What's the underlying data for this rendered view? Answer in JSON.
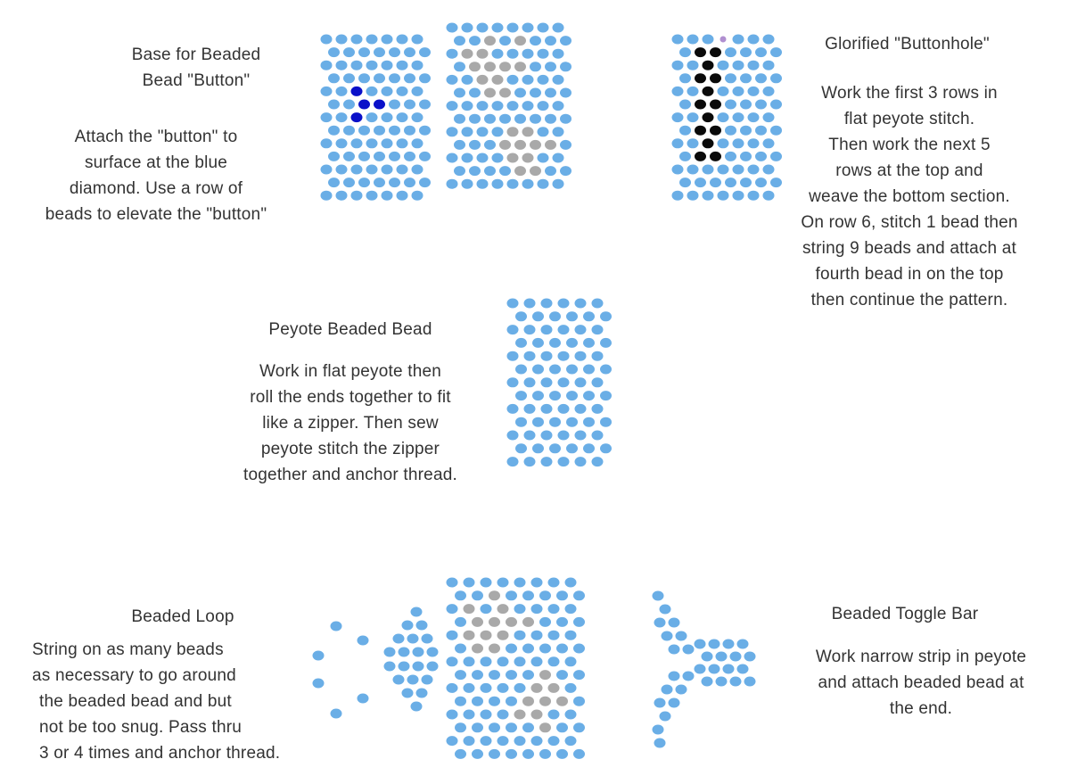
{
  "colors": {
    "bead": "#6aaee6",
    "gray": "#a9a9a9",
    "blue": "#0a10c9",
    "black": "#0a0a0a",
    "pink": "#b08fd0",
    "text": "#333333"
  },
  "sections": {
    "button_base": {
      "title": [
        "Base for Beaded",
        "Bead \"Button\""
      ],
      "body": [
        "Attach the \"button\" to",
        "surface at the blue",
        "diamond.  Use a row of",
        "beads to elevate the \"button\""
      ]
    },
    "buttonhole": {
      "title": "Glorified \"Buttonhole\"",
      "body": [
        "Work the first 3 rows in",
        "flat peyote stitch.",
        "Then work the next 5",
        "rows at the top and",
        "weave the bottom section.",
        "On row 6, stitch 1 bead then",
        "string 9 beads and attach at",
        "fourth bead in on the top",
        "then continue the pattern."
      ]
    },
    "peyote_bead": {
      "title": "Peyote Beaded Bead",
      "body": [
        "Work in flat peyote then",
        "roll the ends together to fit",
        "like a zipper. Then sew",
        "peyote stitch the zipper",
        "together and anchor thread."
      ]
    },
    "loop": {
      "title": "Beaded Loop",
      "body": [
        "String on as many beads",
        "as necessary to go around",
        "the beaded bead and but",
        "not be too snug.  Pass thru",
        "3 or 4 times and anchor thread."
      ]
    },
    "toggle": {
      "title": "Beaded Toggle Bar",
      "body": [
        "Work narrow strip in peyote",
        "and attach beaded bead at",
        "the end."
      ]
    }
  },
  "bead_patterns": {
    "button_base": {
      "beads_per_row": 7,
      "rows": 13,
      "blue_beads": [
        [
          4,
          2
        ],
        [
          5,
          2
        ],
        [
          5,
          3
        ],
        [
          6,
          2
        ]
      ]
    },
    "sample_with_gray": {
      "beads_per_row": 8,
      "rows": 13,
      "gray_beads": [
        [
          1,
          2
        ],
        [
          1,
          4
        ],
        [
          2,
          1
        ],
        [
          2,
          2
        ],
        [
          3,
          1
        ],
        [
          3,
          2
        ],
        [
          3,
          3
        ],
        [
          3,
          4
        ],
        [
          4,
          2
        ],
        [
          4,
          3
        ],
        [
          5,
          2
        ],
        [
          5,
          3
        ],
        [
          8,
          4
        ],
        [
          8,
          5
        ],
        [
          9,
          3
        ],
        [
          9,
          4
        ],
        [
          9,
          5
        ],
        [
          9,
          6
        ],
        [
          10,
          4
        ],
        [
          10,
          5
        ],
        [
          11,
          4
        ],
        [
          11,
          5
        ]
      ]
    },
    "buttonhole": {
      "beads_per_row": 7,
      "rows": 13,
      "black_beads": [
        [
          1,
          1
        ],
        [
          1,
          2
        ],
        [
          2,
          2
        ],
        [
          3,
          1
        ],
        [
          3,
          2
        ],
        [
          4,
          2
        ],
        [
          5,
          1
        ],
        [
          5,
          2
        ],
        [
          6,
          2
        ],
        [
          7,
          1
        ],
        [
          7,
          2
        ],
        [
          8,
          2
        ],
        [
          9,
          1
        ],
        [
          9,
          2
        ]
      ],
      "pink_beads": [
        [
          0,
          3
        ]
      ]
    },
    "peyote_bead": {
      "beads_per_row": 6,
      "rows": 13
    },
    "toggle_center": {
      "beads_per_row": 8,
      "rows": 14,
      "gray_beads": [
        [
          1,
          2
        ],
        [
          2,
          1
        ],
        [
          2,
          3
        ],
        [
          3,
          1
        ],
        [
          3,
          2
        ],
        [
          3,
          3
        ],
        [
          3,
          4
        ],
        [
          4,
          1
        ],
        [
          4,
          2
        ],
        [
          4,
          3
        ],
        [
          5,
          1
        ],
        [
          5,
          2
        ],
        [
          7,
          5
        ],
        [
          8,
          5
        ],
        [
          8,
          6
        ],
        [
          9,
          4
        ],
        [
          9,
          5
        ],
        [
          9,
          6
        ],
        [
          10,
          4
        ],
        [
          10,
          5
        ],
        [
          11,
          5
        ]
      ]
    },
    "toggle_strip": {
      "beads_per_row": 4,
      "rows": 4
    }
  }
}
